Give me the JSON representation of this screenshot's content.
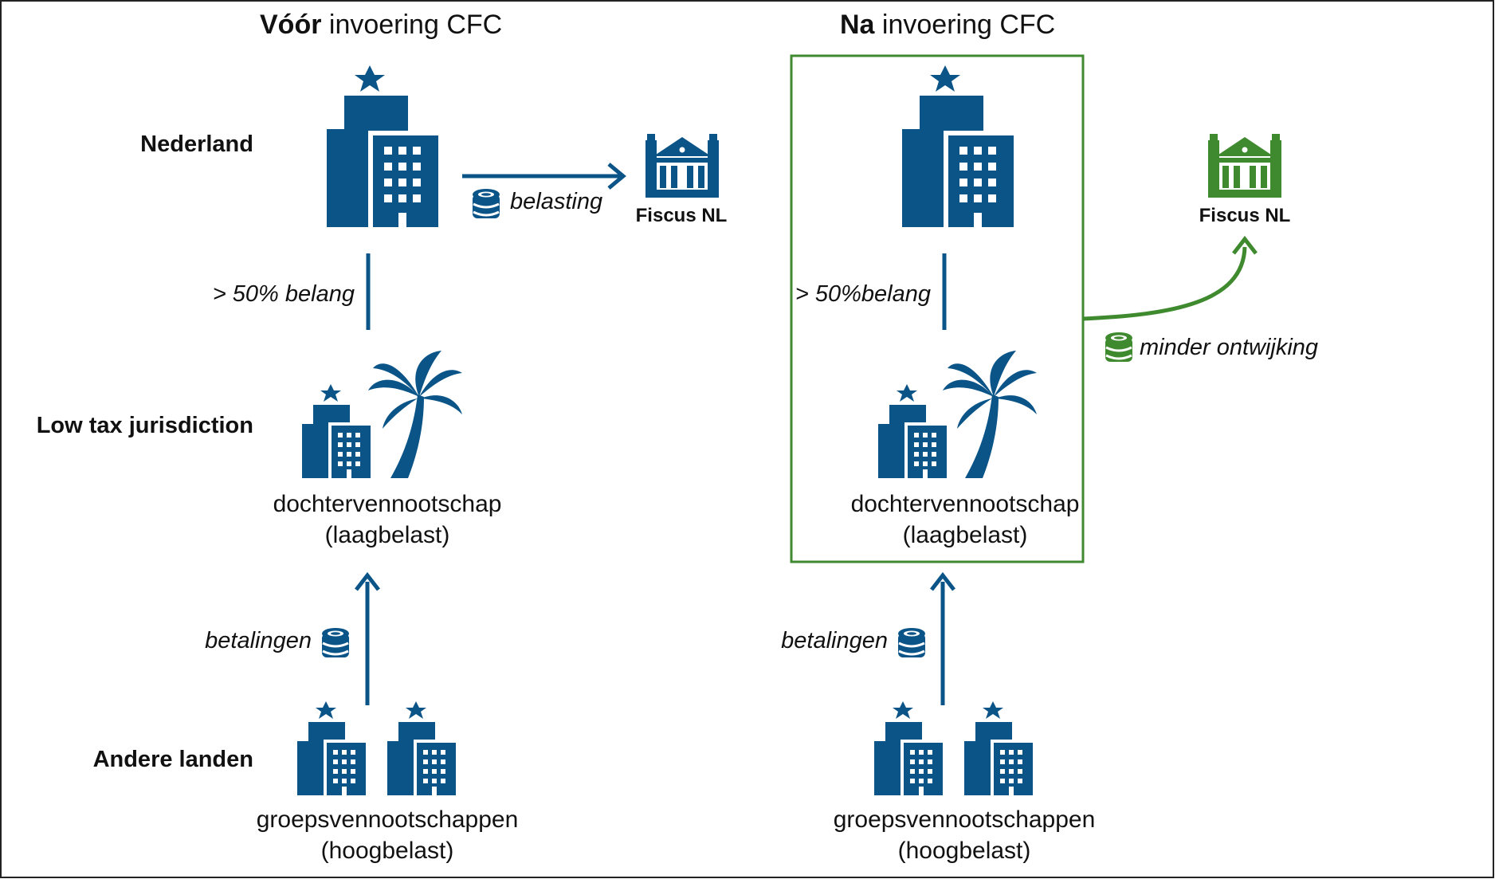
{
  "colors": {
    "blue": "#0b5488",
    "green": "#3f8a2f",
    "border": "#222222",
    "text": "#111111"
  },
  "left_title": {
    "bold": "Vóór",
    "rest": " invoering CFC"
  },
  "right_title": {
    "bold": "Na",
    "rest": " invoering CFC"
  },
  "row_labels": {
    "nederland": "Nederland",
    "low_tax": "Low tax jurisdiction",
    "andere": "Andere landen"
  },
  "left": {
    "belasting": "belasting",
    "fiscus": "Fiscus NL",
    "belang": "> 50% belang",
    "dochter_line1": "dochtervennootschap",
    "dochter_line2": "(laagbelast)",
    "betalingen": "betalingen",
    "groep_line1": "groepsvennootschappen",
    "groep_line2": "(hoogbelast)"
  },
  "right": {
    "fiscus": "Fiscus NL",
    "minder": "minder ontwijking",
    "belang": "> 50%belang",
    "dochter_line1": "dochtervennootschap",
    "dochter_line2": "(laagbelast)",
    "betalingen": "betalingen",
    "groep_line1": "groepsvennootschappen",
    "groep_line2": "(hoogbelast)"
  },
  "icons": [
    "building-star-icon",
    "palm-tree-icon",
    "coins-icon",
    "government-building-icon"
  ]
}
